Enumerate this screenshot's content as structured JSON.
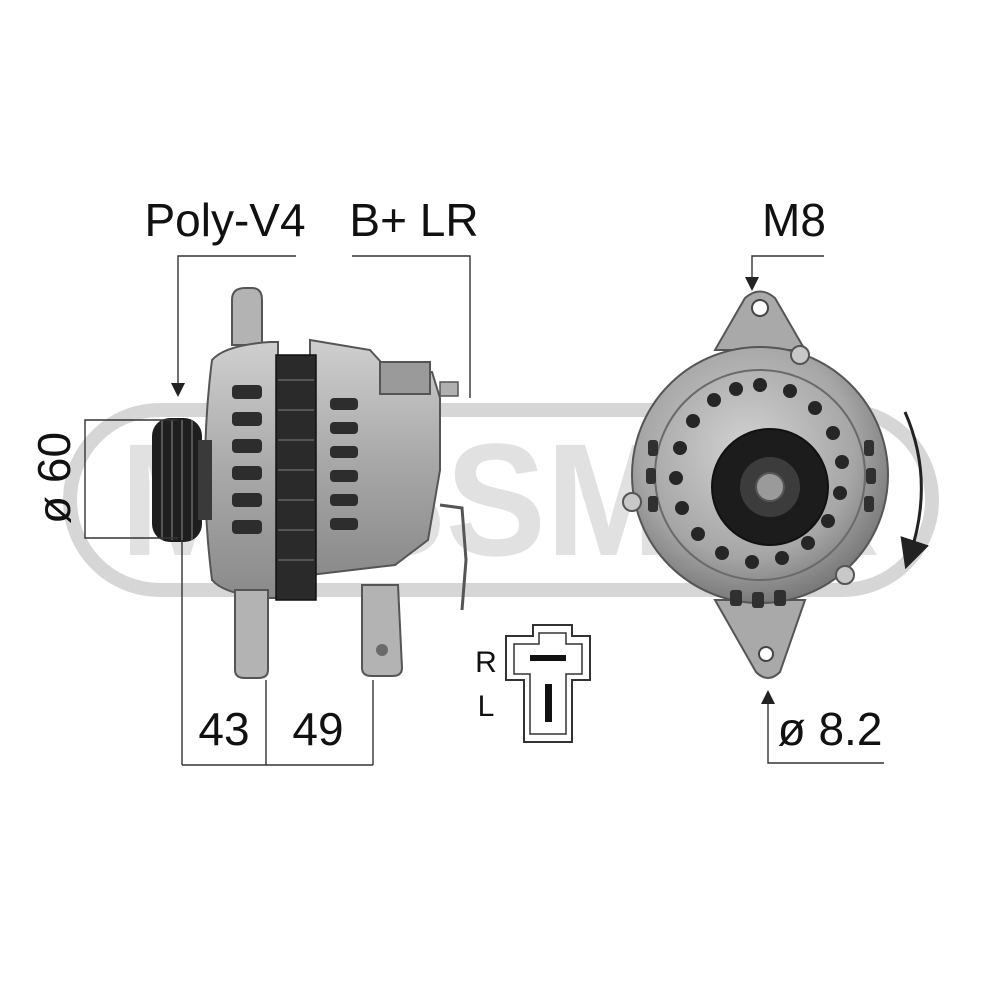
{
  "labels": {
    "pulley": "Poly-V4",
    "terminals": "B+ LR",
    "mount_thread": "M8",
    "diameter": "ø 60",
    "dim_left": "43",
    "dim_right": "49",
    "hole_diameter": "ø 8.2",
    "pin_r": "R",
    "pin_l": "L"
  },
  "watermark": {
    "text": "MESSMER",
    "color": "#d6d6d6"
  },
  "colors": {
    "line": "#333333",
    "text": "#111111",
    "housing_light": "#b9b9b9",
    "housing_dark": "#7d7d7d",
    "pulley": "#1e1e1e"
  }
}
